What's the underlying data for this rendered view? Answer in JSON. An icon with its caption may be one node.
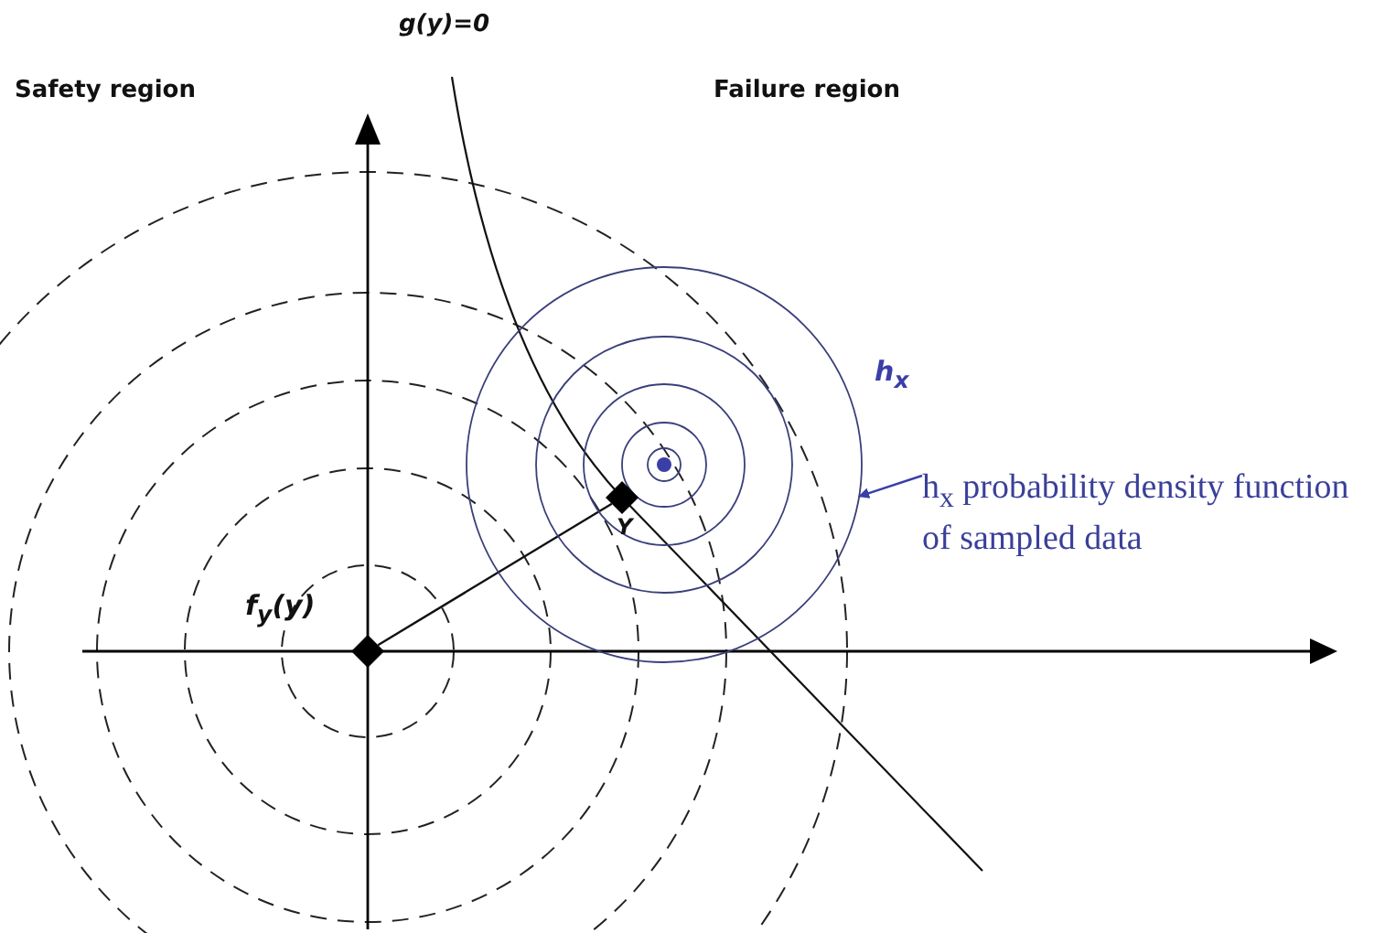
{
  "diagram": {
    "nodes": [
      {
        "text": [],
        "shape": "diamond"
      },
      {
        "text": [],
        "shape": "diamond",
        "beside": [
          "Y"
        ],
        "in": 2
      },
      {
        "text": [],
        "shape": "circle",
        "beside": [
          "h$_{x}$"
        ]
      },
      {
        "text": [
          "h$_{x}$ probability density function of sampled data"
        ]
      }
    ],
    "edges": [
      {
        "from": 0,
        "to": 1,
        "arrow": "none"
      },
      {
        "from": 3,
        "to": 2,
        "arrow": "to",
        "color": "#3a3fa8"
      }
    ],
    "labels": [
      "g(y)=0",
      "Safety region",
      "Failure region",
      "f$_{y}$(y)"
    ]
  }
}
